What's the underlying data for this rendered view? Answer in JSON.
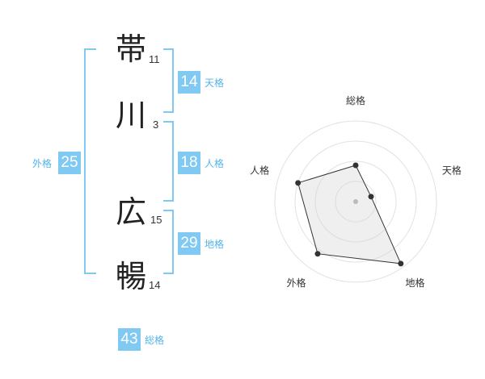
{
  "name": {
    "characters": [
      {
        "char": "帯",
        "strokes": "11"
      },
      {
        "char": "川",
        "strokes": "3"
      },
      {
        "char": "広",
        "strokes": "15"
      },
      {
        "char": "暢",
        "strokes": "14"
      }
    ]
  },
  "fortunes": {
    "tenkaku": {
      "value": "14",
      "label": "天格"
    },
    "jinkaku": {
      "value": "18",
      "label": "人格"
    },
    "chikaku": {
      "value": "29",
      "label": "地格"
    },
    "gaikaku": {
      "value": "25",
      "label": "外格"
    },
    "soukaku": {
      "value": "43",
      "label": "総格"
    }
  },
  "colors": {
    "accent": "#7fc9f2",
    "label": "#55b3e8",
    "bracket": "#7fc9f2"
  },
  "chart_data": {
    "type": "radar",
    "axes": [
      "総格",
      "天格",
      "地格",
      "外格",
      "人格"
    ],
    "values": [
      0.45,
      0.2,
      0.95,
      0.8,
      0.75
    ],
    "range": [
      0,
      1
    ],
    "rings": 4
  }
}
